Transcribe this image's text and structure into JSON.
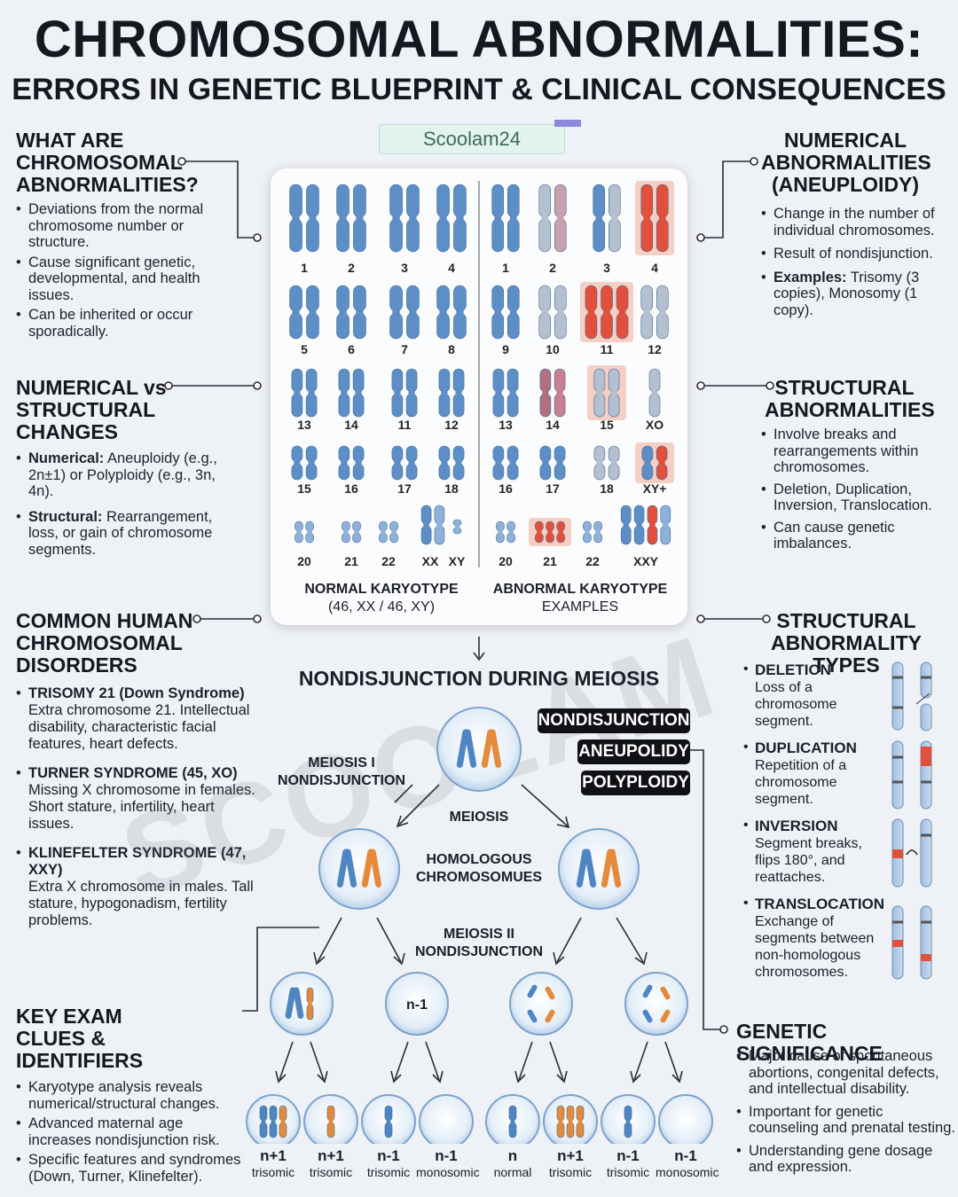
{
  "header": {
    "title": "CHROMOSOMAL ABNORMALITIES:",
    "subtitle": "ERRORS IN GENETIC BLUEPRINT & CLINICAL CONSEQUENCES",
    "brand": "Scoolam24",
    "watermark": "SCOOLAM"
  },
  "what_are": {
    "title": "WHAT ARE CHROMOSOMAL ABNORMALITIES?",
    "items": [
      "Deviations from the normal chromosome number or structure.",
      "Cause significant genetic, developmental, and health issues.",
      "Can be inherited or occur sporadically."
    ]
  },
  "num_vs_struct": {
    "title": "NUMERICAL vs STRUCTURAL CHANGES",
    "items": [
      {
        "bold": "Numerical:",
        "text": " Aneuploidy (e.g., 2n±1) or Polyploidy (e.g., 3n, 4n)."
      },
      {
        "bold": "Structural:",
        "text": " Rearrangement, loss, or gain of chromosome segments."
      }
    ]
  },
  "disorders": {
    "title": "COMMON HUMAN CHROMOSOMAL DISORDERS",
    "items": [
      {
        "name": "TRISOMY 21 (Down Syndrome)",
        "desc": "Extra chromosome 21. Intellectual disability, characteristic facial features, heart defects."
      },
      {
        "name": "TURNER SYNDROME (45, XO)",
        "desc": "Missing X chromosome in females. Short stature, infertility, heart issues."
      },
      {
        "name": "KLINEFELTER SYNDROME (47, XXY)",
        "desc": "Extra X chromosome in males. Tall stature, hypogonadism, fertility problems."
      }
    ]
  },
  "exam_clues": {
    "title": "KEY EXAM CLUES & IDENTIFIERS",
    "items": [
      "Karyotype analysis reveals numerical/structural changes.",
      "Advanced maternal age increases nondisjunction risk.",
      "Specific features and syndromes (Down, Turner, Klinefelter)."
    ]
  },
  "numerical": {
    "title": "NUMERICAL ABNORMALITIES (ANEUPLOIDY)",
    "items": [
      {
        "bold": "",
        "text": "Change in the number of individual chromosomes."
      },
      {
        "bold": "",
        "text": "Result of nondisjunction."
      },
      {
        "bold": "Examples:",
        "text": " Trisomy (3 copies), Monosomy (1 copy)."
      }
    ]
  },
  "structural": {
    "title": "STRUCTURAL ABNORMALITIES",
    "items": [
      "Involve breaks and rearrangements within chromosomes.",
      "Deletion, Duplication, Inversion, Translocation.",
      "Can cause genetic imbalances."
    ]
  },
  "struct_types": {
    "title": "STRUCTURAL ABNORMALITY TYPES",
    "items": [
      {
        "name": "DELETION",
        "desc": "Loss of a chromosome segment."
      },
      {
        "name": "DUPLICATION",
        "desc": "Repetition of a chromosome segment."
      },
      {
        "name": "INVERSION",
        "desc": "Segment breaks, flips 180°, and reattaches."
      },
      {
        "name": "TRANSLOCATION",
        "desc": "Exchange of segments between non-homologous chromosomes."
      }
    ]
  },
  "significance": {
    "title": "GENETIC SIGNIFICANCE",
    "items": [
      "Major cause of spontaneous abortions, congenital defects, and intellectual disability.",
      "Important for genetic counseling and prenatal testing.",
      "Understanding gene dosage and expression."
    ]
  },
  "karyotype": {
    "normal_labels": [
      "1",
      "2",
      "3",
      "4",
      "5",
      "6",
      "7",
      "8",
      "13",
      "14",
      "11",
      "12",
      "15",
      "16",
      "17",
      "18",
      "20",
      "21",
      "22",
      "XX",
      "XY"
    ],
    "abnormal_labels": [
      "1",
      "2",
      "3",
      "4",
      "9",
      "10",
      "11",
      "12",
      "13",
      "14",
      "15",
      "XO",
      "16",
      "17",
      "18",
      "XY+",
      "20",
      "21",
      "22",
      "XXY"
    ],
    "normal_caption": "NORMAL KARYOTYPE",
    "normal_sub": "(46, XX / 46, XY)",
    "abnormal_caption": "ABNORMAL KARYOTYPE",
    "abnormal_sub": "EXAMPLES"
  },
  "meiosis": {
    "title": "NONDISJUNCTION DURING MEIOSIS",
    "tags": [
      "NONDISJUNCTION",
      "ANEUPOLIDY",
      "POLYPLOIDY"
    ],
    "meiosis1": "MEIOSIS I NONDISJUNCTION",
    "meiosis_label": "MEIOSIS",
    "homologous": "HOMOLOGOUS CHROMOSOMUES",
    "meiosis2": "MEIOSIS II NONDISJUNCTION",
    "mid_cell_label": "n-1",
    "results": [
      {
        "n": "n+1",
        "type": "trisomic"
      },
      {
        "n": "n+1",
        "type": "trisomic"
      },
      {
        "n": "n-1",
        "type": "trisomic"
      },
      {
        "n": "n-1",
        "type": "monosomic"
      },
      {
        "n": "n",
        "type": "normal"
      },
      {
        "n": "n+1",
        "type": "trisomic"
      },
      {
        "n": "n-1",
        "type": "trisomic"
      },
      {
        "n": "n-1",
        "type": "monosomic"
      }
    ]
  },
  "colors": {
    "blue": "#4f86c2",
    "orange": "#e58a3a",
    "red": "#e0503c",
    "highlight": "#f6cfc4"
  }
}
